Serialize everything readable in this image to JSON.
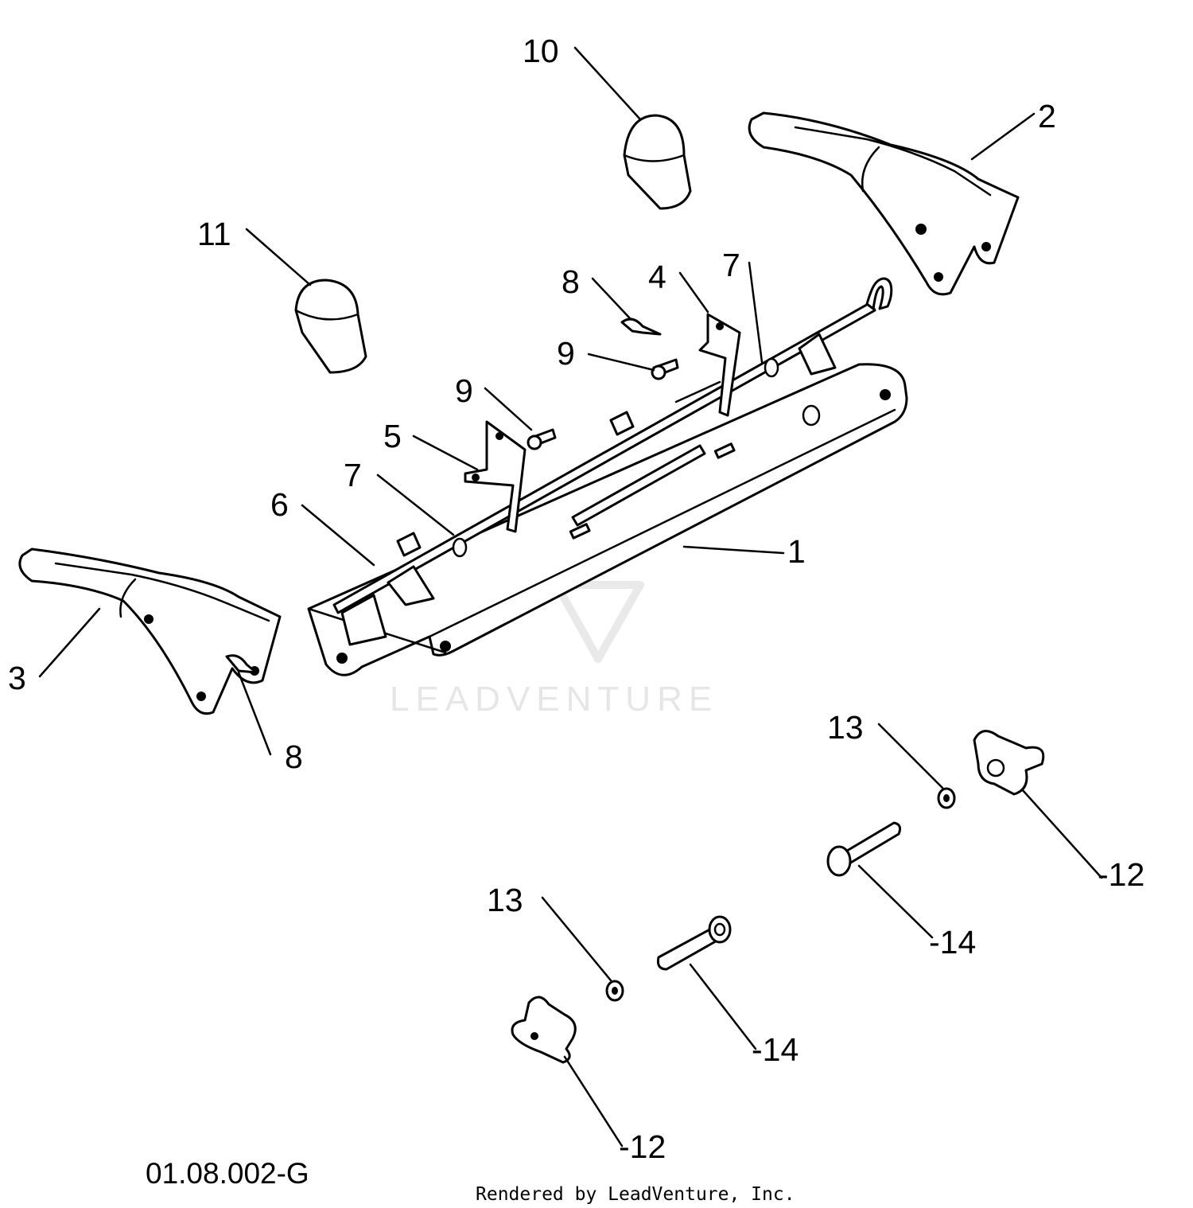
{
  "diagram": {
    "callouts": [
      {
        "id": "c1",
        "label": "1"
      },
      {
        "id": "c2",
        "label": "2"
      },
      {
        "id": "c3",
        "label": "3"
      },
      {
        "id": "c4",
        "label": "4"
      },
      {
        "id": "c5",
        "label": "5"
      },
      {
        "id": "c6",
        "label": "6"
      },
      {
        "id": "c7a",
        "label": "7"
      },
      {
        "id": "c7b",
        "label": "7"
      },
      {
        "id": "c8a",
        "label": "8"
      },
      {
        "id": "c8b",
        "label": "8"
      },
      {
        "id": "c9a",
        "label": "9"
      },
      {
        "id": "c9b",
        "label": "9"
      },
      {
        "id": "c10",
        "label": "10"
      },
      {
        "id": "c11",
        "label": "11"
      },
      {
        "id": "c12a",
        "label": "-12"
      },
      {
        "id": "c12b",
        "label": "-12"
      },
      {
        "id": "c13a",
        "label": "13"
      },
      {
        "id": "c13b",
        "label": "13"
      },
      {
        "id": "c14a",
        "label": "-14"
      },
      {
        "id": "c14b",
        "label": "-14"
      }
    ],
    "figure_id": "01.08.002-G",
    "credit": "Rendered by LeadVenture, Inc.",
    "watermark": "LEADVENTURE"
  }
}
